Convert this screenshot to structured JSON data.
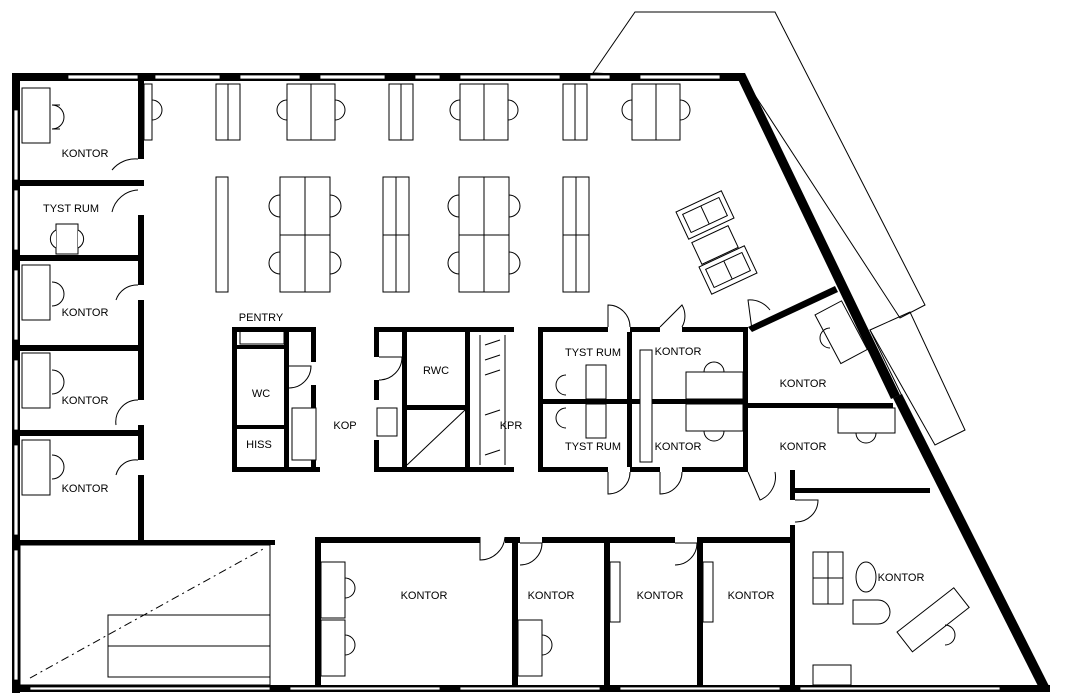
{
  "rooms": {
    "kontor_w1": "KONTOR",
    "tyst_w": "TYST RUM",
    "kontor_w2": "KONTOR",
    "kontor_w3": "KONTOR",
    "kontor_w4": "KONTOR",
    "pentry": "PENTRY",
    "wc": "WC",
    "hiss": "HISS",
    "kop": "KOP",
    "rwc": "RWC",
    "kpr": "KPR",
    "tyst_c1": "TYST RUM",
    "tyst_c2": "TYST RUM",
    "kontor_c1": "KONTOR",
    "kontor_c2": "KONTOR",
    "kontor_e1": "KONTOR",
    "kontor_e2": "KONTOR",
    "kontor_s1": "KONTOR",
    "kontor_s2": "KONTOR",
    "kontor_s3": "KONTOR",
    "kontor_s4": "KONTOR",
    "kontor_se": "KONTOR"
  }
}
